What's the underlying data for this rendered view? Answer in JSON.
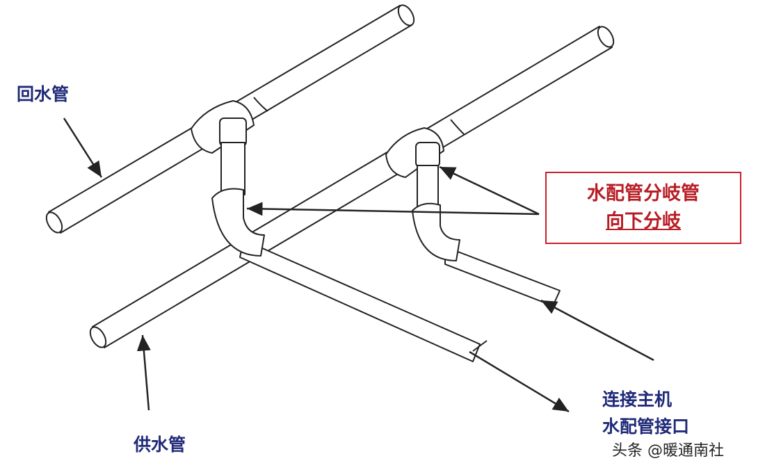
{
  "labels": {
    "return_pipe": "回水管",
    "supply_pipe": "供水管",
    "branch_line1": "水配管分岐管",
    "branch_line2": "向下分岐",
    "unit_line1": "连接主机",
    "unit_line2": "水配管接口"
  },
  "watermark": "头条 @暖通南社",
  "colors": {
    "label_blue": "#1f2a78",
    "callout_red": "#c8202a",
    "line": "#222222"
  }
}
